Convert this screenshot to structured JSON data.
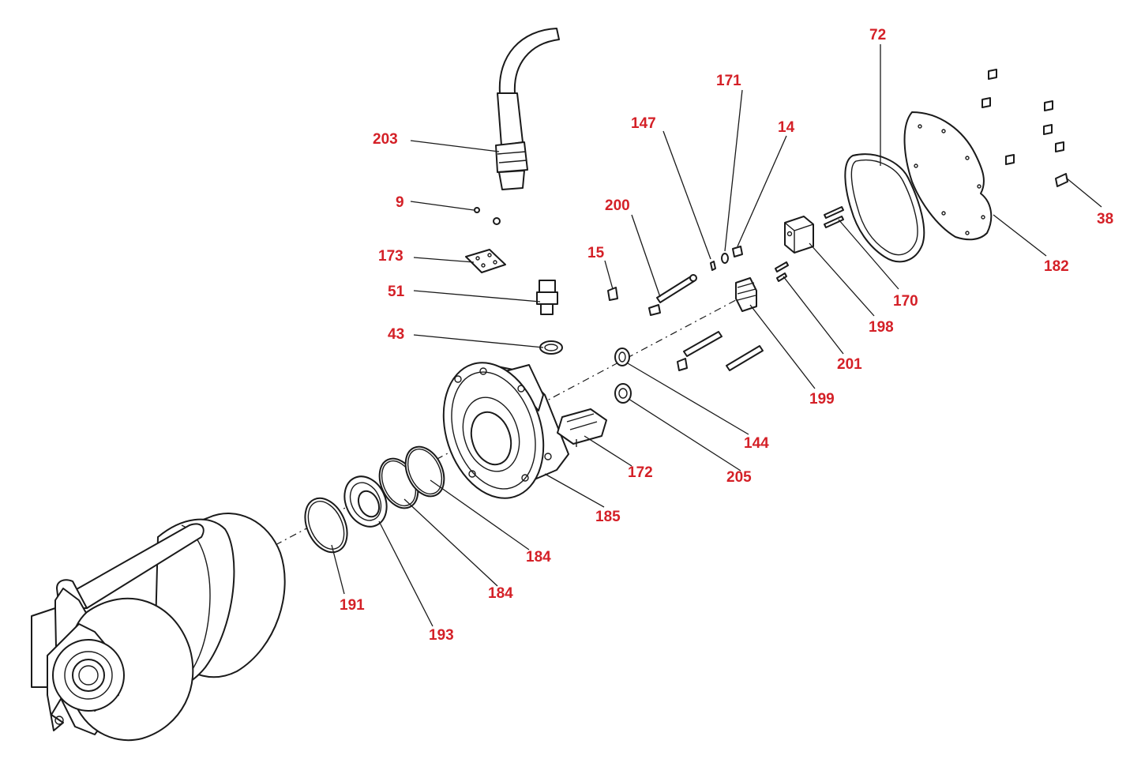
{
  "diagram": {
    "label_color": "#d42027",
    "line_color": "#1a1a1a",
    "callouts": [
      {
        "id": "c203",
        "text": "203"
      },
      {
        "id": "c9",
        "text": "9"
      },
      {
        "id": "c173",
        "text": "173"
      },
      {
        "id": "c51",
        "text": "51"
      },
      {
        "id": "c43",
        "text": "43"
      },
      {
        "id": "c147",
        "text": "147"
      },
      {
        "id": "c171",
        "text": "171"
      },
      {
        "id": "c14",
        "text": "14"
      },
      {
        "id": "c200",
        "text": "200"
      },
      {
        "id": "c15",
        "text": "15"
      },
      {
        "id": "c72",
        "text": "72"
      },
      {
        "id": "c38",
        "text": "38"
      },
      {
        "id": "c182",
        "text": "182"
      },
      {
        "id": "c170",
        "text": "170"
      },
      {
        "id": "c198",
        "text": "198"
      },
      {
        "id": "c201",
        "text": "201"
      },
      {
        "id": "c199",
        "text": "199"
      },
      {
        "id": "c144",
        "text": "144"
      },
      {
        "id": "c205",
        "text": "205"
      },
      {
        "id": "c172",
        "text": "172"
      },
      {
        "id": "c185",
        "text": "185"
      },
      {
        "id": "c184a",
        "text": "184"
      },
      {
        "id": "c184b",
        "text": "184"
      },
      {
        "id": "c191",
        "text": "191"
      },
      {
        "id": "c193",
        "text": "193"
      }
    ]
  }
}
